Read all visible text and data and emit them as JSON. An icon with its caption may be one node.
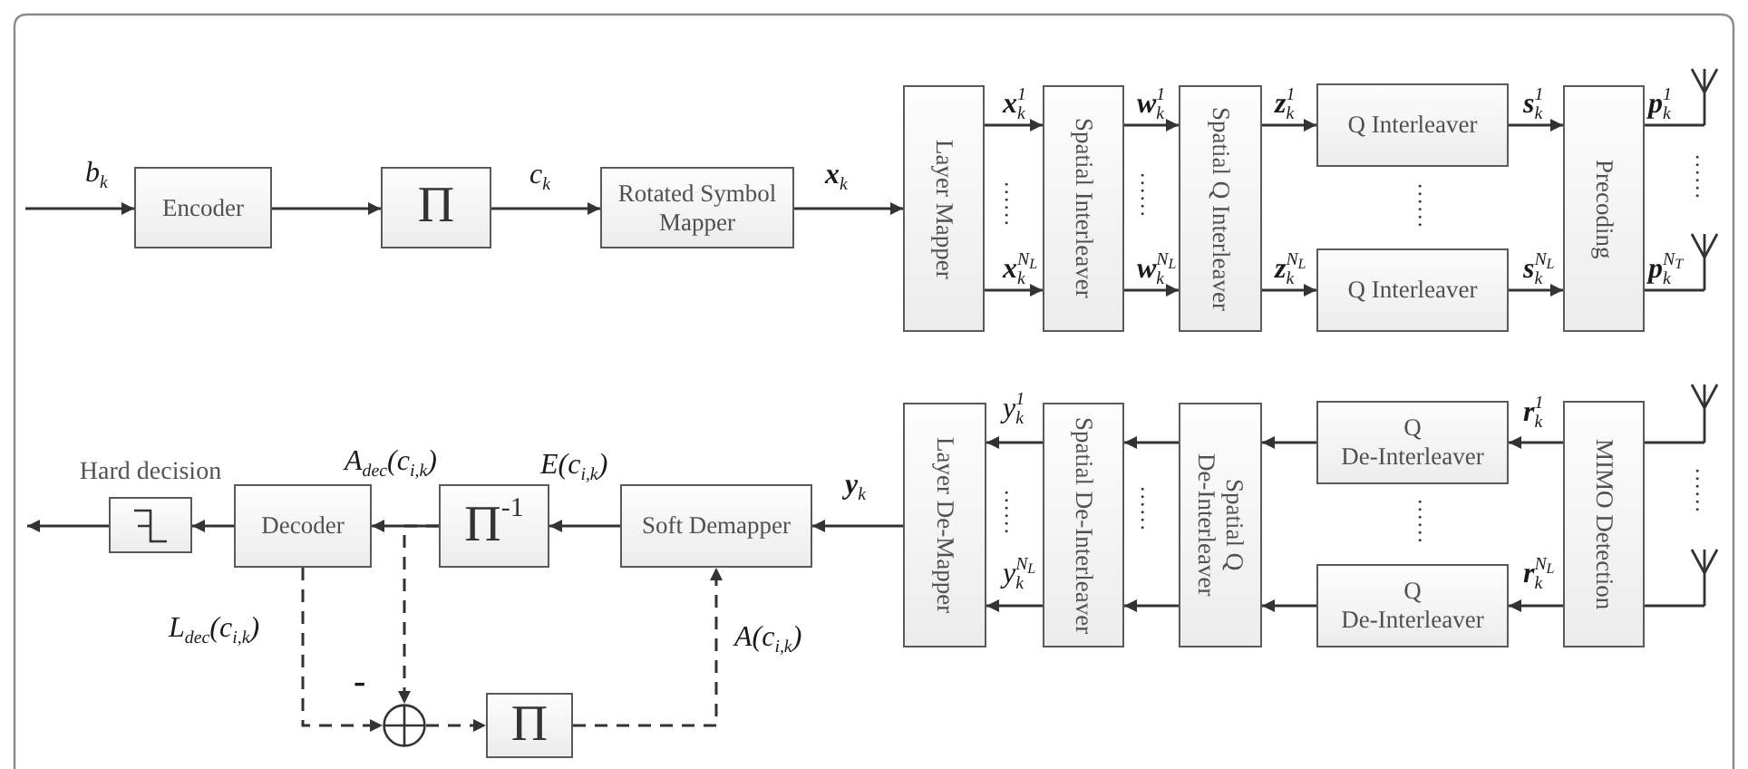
{
  "diagram": {
    "nodes": [
      {
        "text": [
          "Encoder"
        ]
      },
      {
        "text": [
          "Π"
        ]
      },
      {
        "text": [
          "Rotated Symbol Mapper"
        ]
      },
      {
        "text": [
          "Layer Mapper"
        ]
      },
      {
        "text": [
          "Spatial Interleaver"
        ]
      },
      {
        "text": [
          "Spatial Q Interleaver"
        ]
      },
      {
        "text": [
          "Q Interleaver"
        ]
      },
      {
        "text": [
          "Q Interleaver"
        ]
      },
      {
        "text": [
          "Precoding"
        ]
      },
      {
        "text": [],
        "shape": "antenna"
      },
      {
        "text": [],
        "shape": "antenna"
      },
      {
        "text": [
          "Hard decision"
        ]
      },
      {
        "text": [
          "Decoder"
        ]
      },
      {
        "text": [
          "Π$^{-1}$"
        ]
      },
      {
        "text": [
          "Soft Demapper"
        ]
      },
      {
        "text": [
          "Layer De-Mapper"
        ]
      },
      {
        "text": [
          "Spatial De-Interleaver"
        ]
      },
      {
        "text": [
          "Spatial Q De-Interleaver"
        ]
      },
      {
        "text": [
          "Q De-Interleaver"
        ]
      },
      {
        "text": [
          "Q De-Interleaver"
        ]
      },
      {
        "text": [
          "MIMO Detection"
        ]
      },
      {
        "text": [],
        "shape": "antenna"
      },
      {
        "text": [],
        "shape": "antenna"
      },
      {
        "text": [],
        "shape": "circle"
      },
      {
        "text": [
          "Π"
        ]
      }
    ],
    "edges": [
      {
        "from": null,
        "to": 0,
        "arrow": "to",
        "label": "b$_{k}$"
      },
      {
        "from": 0,
        "to": 1,
        "arrow": "to"
      },
      {
        "from": 1,
        "to": 2,
        "arrow": "to",
        "label": "c$_{k}$"
      },
      {
        "from": 2,
        "to": 3,
        "arrow": "to",
        "label": "**x**$_{k}$"
      },
      {
        "from": 3,
        "to": 4,
        "arrow": "to",
        "label": "**x**$_{k}$$^{1}$"
      },
      {
        "from": 3,
        "to": 4,
        "arrow": "to",
        "label": "**x**$_{k}$$^{N}$$_{L}$"
      },
      {
        "from": 4,
        "to": 5,
        "arrow": "to",
        "label": "**w**$_{k}$$^{1}$"
      },
      {
        "from": 4,
        "to": 5,
        "arrow": "to",
        "label": "**w**$_{k}$$^{N}$$_{L}$"
      },
      {
        "from": 5,
        "to": 6,
        "arrow": "to",
        "label": "**z**$_{k}$$^{1}$"
      },
      {
        "from": 5,
        "to": 7,
        "arrow": "to",
        "label": "**z**$_{k}$$^{N}$$_{L}$"
      },
      {
        "from": 6,
        "to": 8,
        "arrow": "to",
        "label": "**s**$_{k}$$^{1}$"
      },
      {
        "from": 7,
        "to": 8,
        "arrow": "to",
        "label": "**s**$_{k}$$^{N}$$_{L}$"
      },
      {
        "from": 8,
        "to": 9,
        "arrow": "none",
        "label": "**p**$_{k}$$^{1}$"
      },
      {
        "from": 8,
        "to": 10,
        "arrow": "none",
        "label": "**p**$_{k}$$^{N}$$_{T}$"
      },
      {
        "from": 21,
        "to": 20,
        "arrow": "none"
      },
      {
        "from": 22,
        "to": 20,
        "arrow": "none"
      },
      {
        "from": 20,
        "to": 18,
        "arrow": "to",
        "label": "**r**$_{k}$$^{1}$"
      },
      {
        "from": 20,
        "to": 19,
        "arrow": "to",
        "label": "**r**$_{k}$$^{N}$$_{L}$"
      },
      {
        "from": 18,
        "to": 17,
        "arrow": "to"
      },
      {
        "from": 19,
        "to": 17,
        "arrow": "to"
      },
      {
        "from": 17,
        "to": 16,
        "arrow": "to"
      },
      {
        "from": 17,
        "to": 16,
        "arrow": "to"
      },
      {
        "from": 16,
        "to": 15,
        "arrow": "to",
        "label": "y$_{k}$$^{1}$"
      },
      {
        "from": 16,
        "to": 15,
        "arrow": "to",
        "label": "y$_{k}$$^{N}$$_{L}$"
      },
      {
        "from": 15,
        "to": 14,
        "arrow": "to",
        "label": "**y**$_{k}$"
      },
      {
        "from": 14,
        "to": 13,
        "arrow": "to",
        "label": "E(c$_{i,k}$)"
      },
      {
        "from": 13,
        "to": 12,
        "arrow": "to",
        "label": "A$_{dec}$(c$_{i,k}$)"
      },
      {
        "from": 12,
        "to": 11,
        "arrow": "to"
      },
      {
        "from": 11,
        "to": null,
        "arrow": "to"
      },
      {
        "from": 13,
        "to": 23,
        "arrow": "to",
        "style": "dashed",
        "label": "-"
      },
      {
        "from": 12,
        "to": 23,
        "arrow": "to",
        "style": "dashed",
        "label": "L$_{dec}$(c$_{i,k}$)"
      },
      {
        "from": 23,
        "to": 24,
        "arrow": "to",
        "style": "dashed"
      },
      {
        "from": 24,
        "to": 14,
        "arrow": "to",
        "style": "dashed",
        "label": "A(c$_{i,k}$)"
      }
    ],
    "labels": [
      "......",
      "......",
      "......",
      "......",
      "......",
      "......",
      "......",
      "......"
    ]
  }
}
